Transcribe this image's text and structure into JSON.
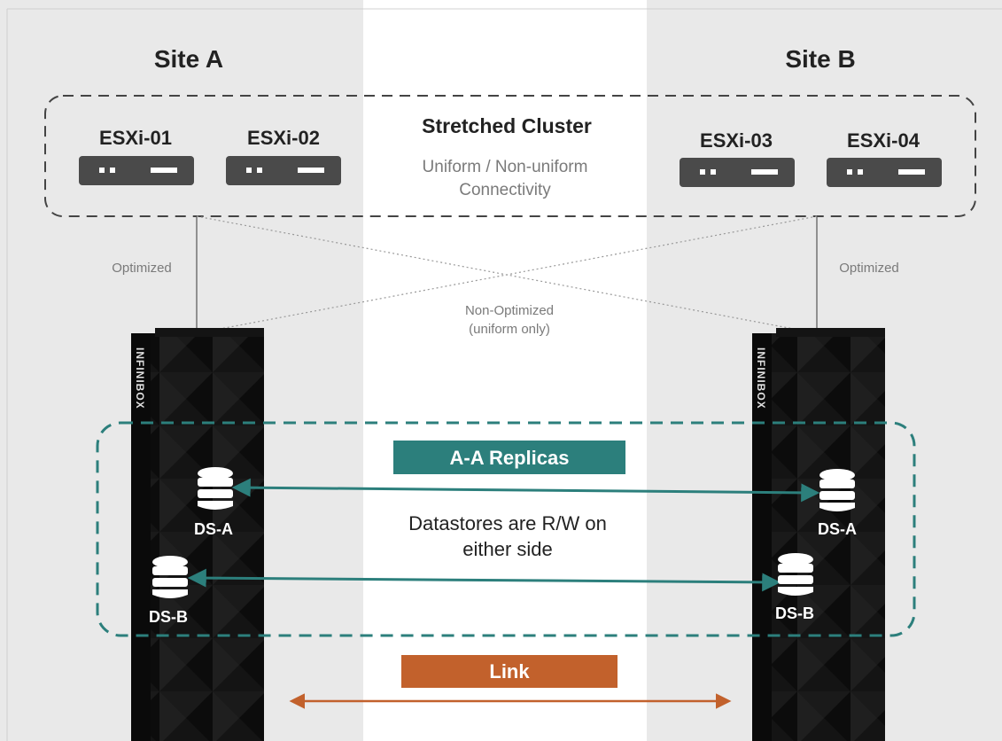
{
  "sites": {
    "a": "Site A",
    "b": "Site B"
  },
  "cluster": {
    "title": "Stretched Cluster",
    "subtitle_line1": "Uniform / Non-uniform",
    "subtitle_line2": "Connectivity",
    "hosts": [
      "ESXi-01",
      "ESXi-02",
      "ESXi-03",
      "ESXi-04"
    ]
  },
  "paths": {
    "optimized_left": "Optimized",
    "optimized_right": "Optimized",
    "non_optimized_line1": "Non-Optimized",
    "non_optimized_line2": "(uniform only)"
  },
  "arrays": {
    "left_brand": "INFINIBOX",
    "right_brand": "INFINIBOX"
  },
  "replicas": {
    "badge": "A-A Replicas",
    "desc_line1": "Datastores are R/W on",
    "desc_line2": "either side"
  },
  "datastores": {
    "left_a": "DS-A",
    "left_b": "DS-B",
    "right_a": "DS-A",
    "right_b": "DS-B"
  },
  "link": {
    "badge": "Link"
  },
  "colors": {
    "site_bg": "#e9e9e9",
    "teal": "#2c7f7c",
    "orange": "#c2612c",
    "server": "#4a4a4a",
    "text_dark": "#222222",
    "text_gray": "#7a7a7a"
  }
}
